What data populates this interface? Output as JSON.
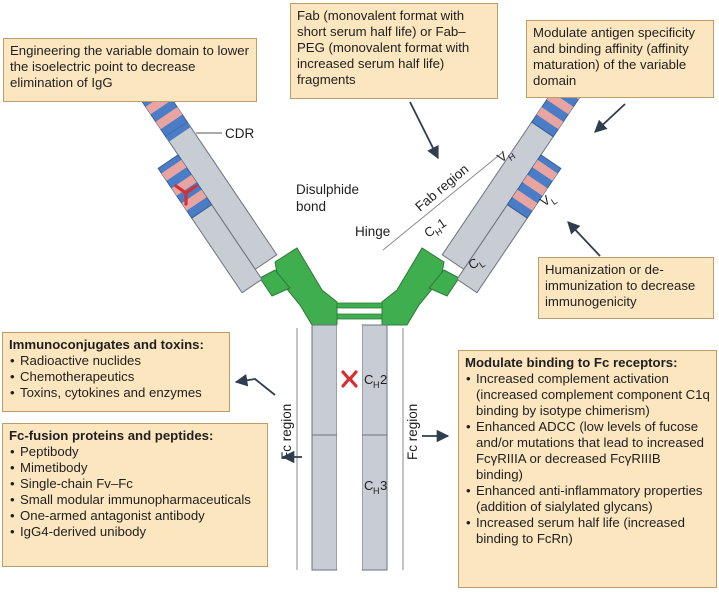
{
  "boxes": {
    "variable_domain_pi": "Engineering the variable domain to lower the isoelectric point to decrease elimination of IgG",
    "fab_fragments": "Fab (monovalent format with short serum half life) or Fab–PEG (monovalent format with increased serum half life) fragments",
    "affinity": "Modulate antigen specificity and binding affinity (affinity maturation) of the variable domain",
    "humanization": "Humanization or de-immunization to decrease immunogenicity"
  },
  "immunoconjugates": {
    "title": "Immunoconjugates and toxins:",
    "items": [
      "Radioactive nuclides",
      "Chemotherapeutics",
      "Toxins, cytokines and enzymes"
    ]
  },
  "fc_fusion": {
    "title": "Fc-fusion proteins and peptides:",
    "items": [
      "Peptibody",
      "Mimetibody",
      "Single-chain Fv–Fc",
      "Small modular immunopharmaceuticals",
      "One-armed antagonist antibody",
      "IgG4-derived unibody"
    ]
  },
  "fc_receptors": {
    "title": "Modulate binding to Fc receptors:",
    "items": [
      "Increased complement activation (increased complement component C1q binding by isotype chimerism)",
      "Enhanced ADCC (low levels of fucose and/or mutations that lead to increased FcγRIIIA or decreased FcγRIIIB binding)",
      "Enhanced anti-inflammatory properties (addition of sialylated glycans)",
      "Increased serum half life (increased binding to FcRn)"
    ]
  },
  "labels": {
    "cdr": "CDR",
    "disulphide_1": "Disulphide",
    "disulphide_2": "bond",
    "hinge": "Hinge",
    "fab_region": "Fab region",
    "fc_region": "Fc region",
    "c": "C",
    "h": "H",
    "l": "L",
    "v": "V",
    "one": "1",
    "two": "2",
    "three": "3"
  },
  "colors": {
    "variable_blue": "#4a7dc6",
    "variable_pink": "#e8a5a0",
    "constant_gray": "#c8ccd3",
    "hinge_green": "#3fae4f",
    "callout_fill": "#fbe6bf",
    "arrow": "#2f3e4f",
    "disulphide_red": "#d62f2f"
  }
}
